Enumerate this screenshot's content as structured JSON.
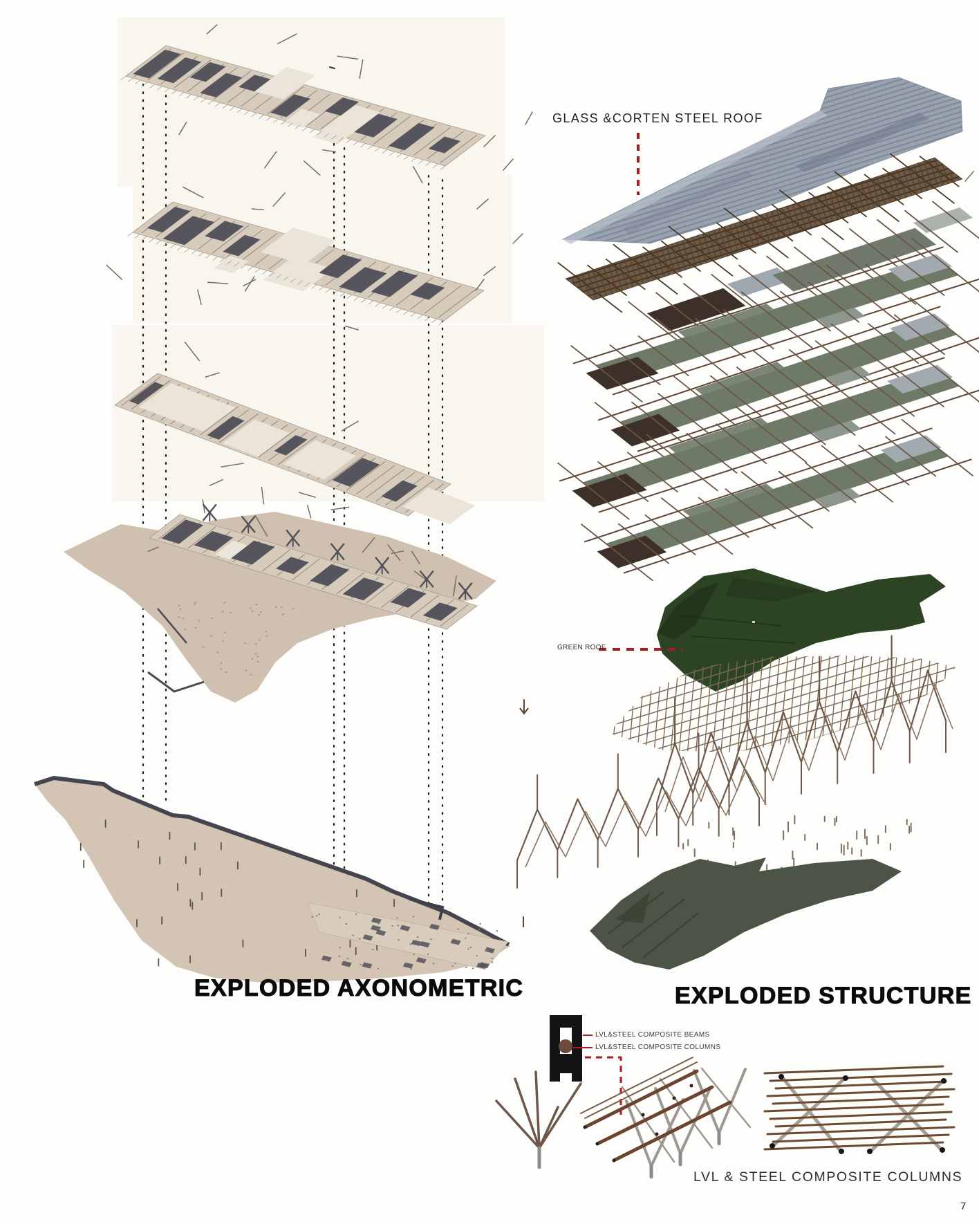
{
  "page": {
    "number": "7"
  },
  "axonometric_panel": {
    "title": "EXPLODED AXONOMETRIC"
  },
  "structure_panel": {
    "title": "EXPLODED STRUCTURE",
    "glass_roof_label": "GLASS &CORTEN STEEL ROOF",
    "green_roof_label": "GREEN ROOF"
  },
  "column_detail": {
    "beams_label": "LVL&STEEL COMPOSITE BEAMS",
    "columns_label": "LVL&STEEL COMPOSITE COLUMNS",
    "caption": "LVL & STEEL COMPOSITE COLUMNS"
  },
  "colors": {
    "accent_red": "#a81c22",
    "glass_blue_gray": "#99a2af",
    "frame_brown": "#6e5a46",
    "timber_brown": "#6b4a33",
    "green_roof": "#2c4424",
    "ground_green_gray": "#4b5446",
    "site_beige": "#d3c4b3",
    "wall_gray": "#56555e",
    "ink": "#1a1a1a"
  }
}
